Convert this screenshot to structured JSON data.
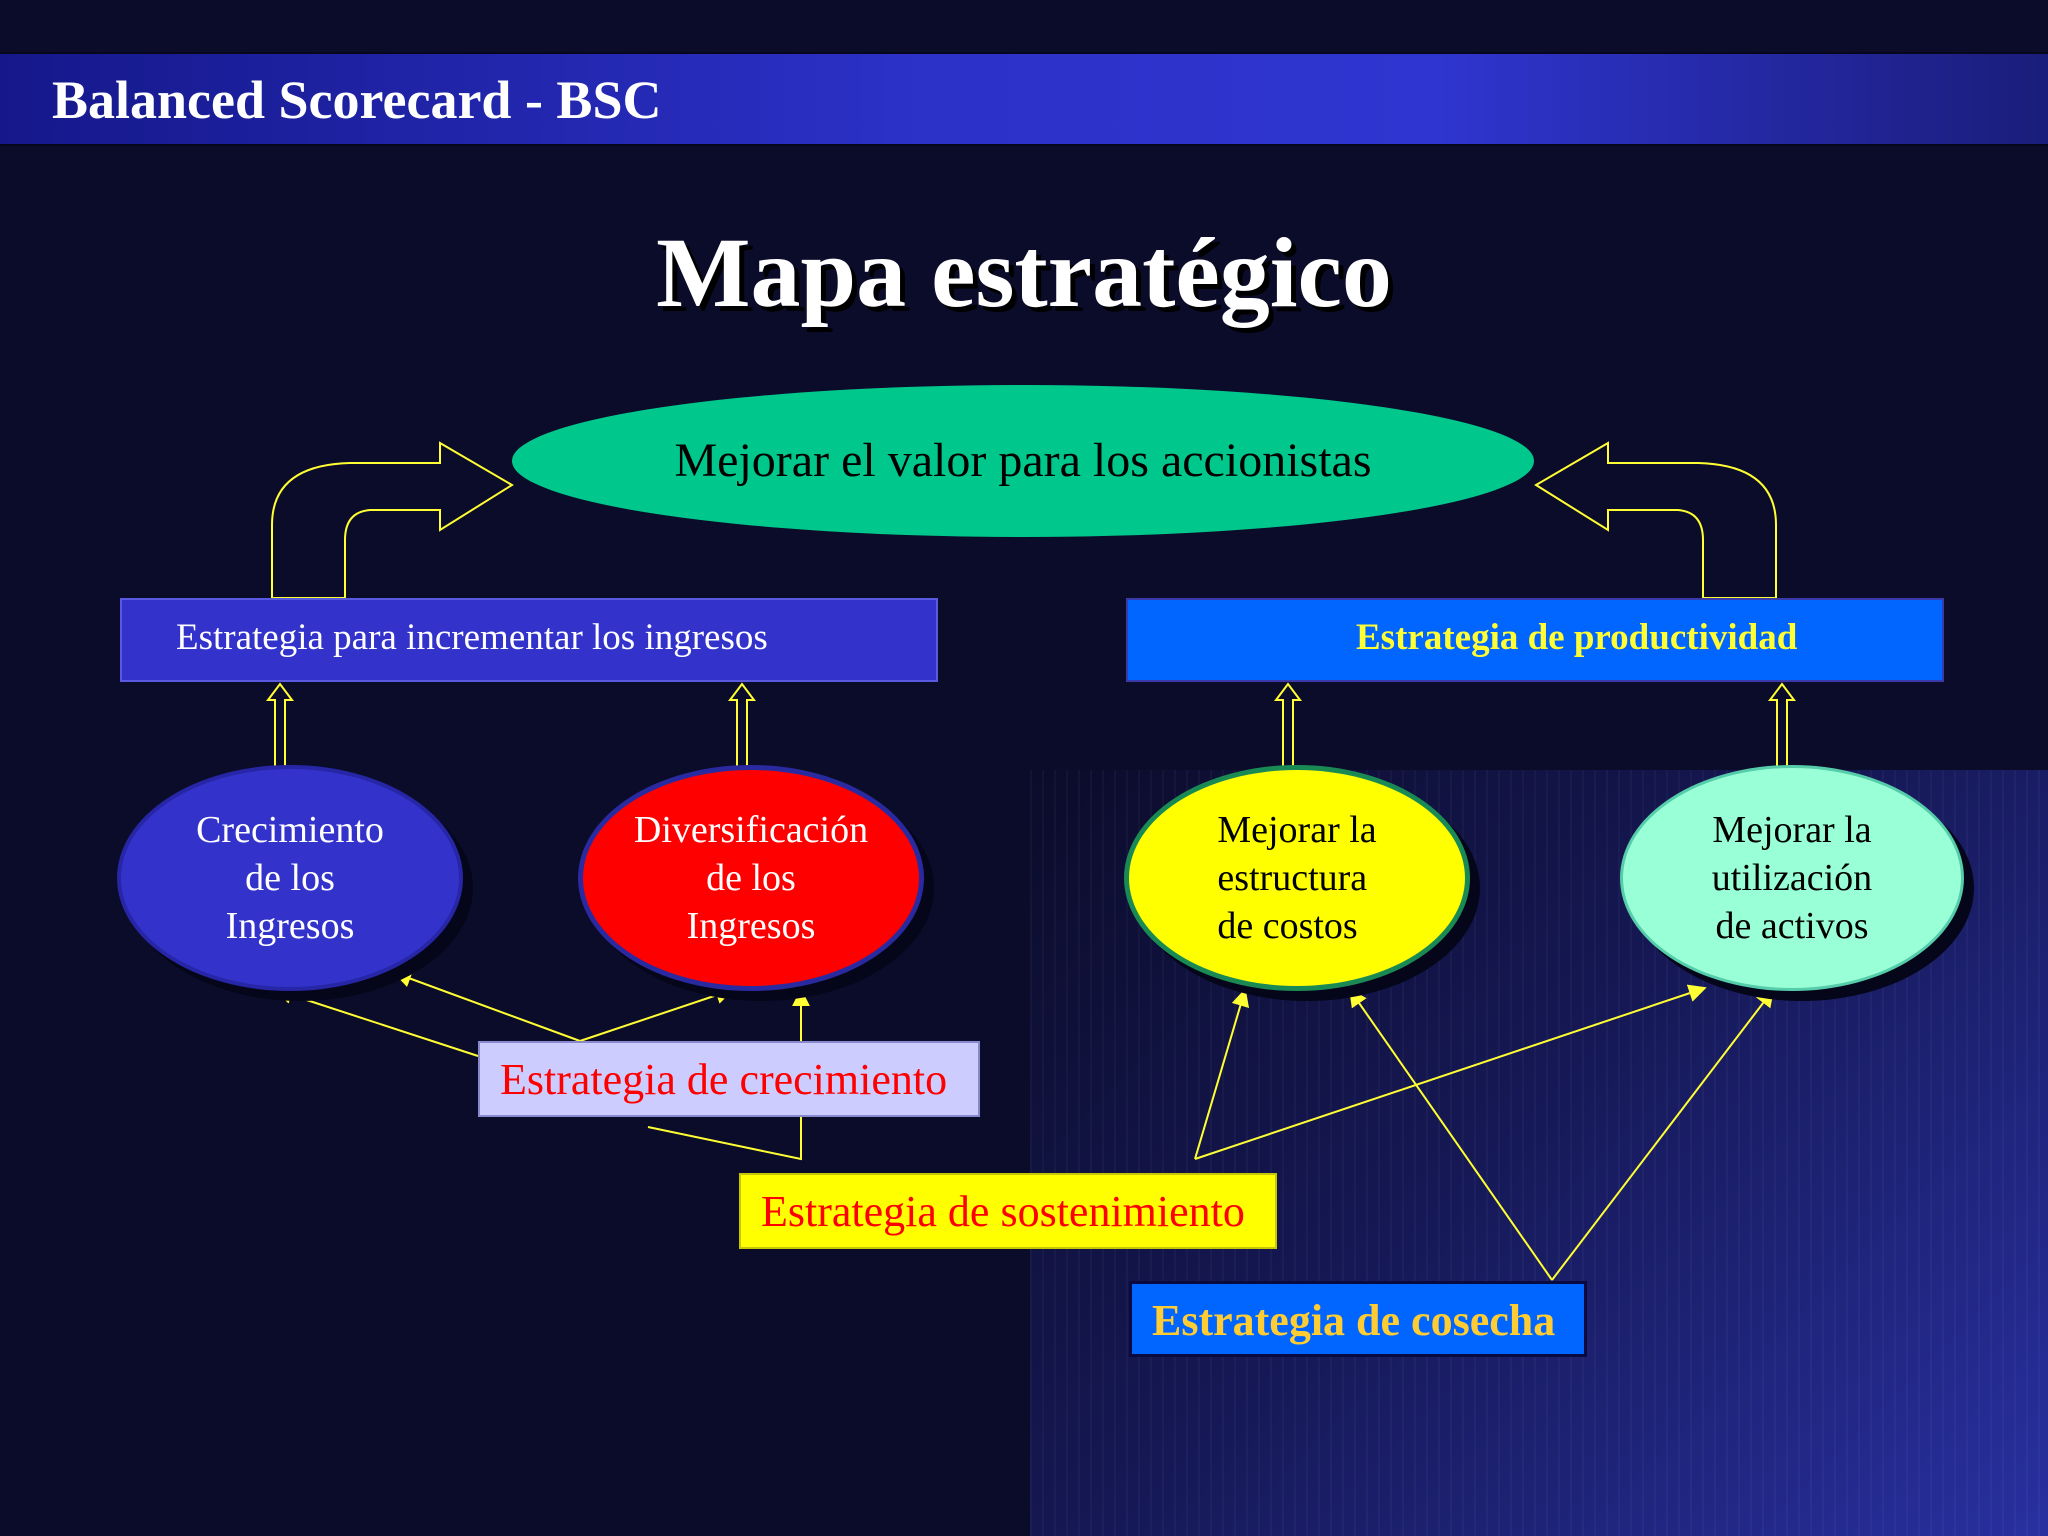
{
  "header": {
    "title": "Balanced Scorecard - BSC"
  },
  "main_title": "Mapa estratégico",
  "top_goal": "Mejorar el valor para los accionistas",
  "strategies": {
    "ingresos": "Estrategia para incrementar los ingresos",
    "productividad": "Estrategia de productividad"
  },
  "ovals": {
    "crecimiento": "Crecimiento\nde los\nIngresos",
    "diversificacion": "Diversificación\nde los\nIngresos",
    "costos": "Mejorar la\nestructura\nde costos",
    "activos": "Mejorar la\nutilización\nde activos"
  },
  "boxes": {
    "crecimiento": "Estrategia de crecimiento",
    "sostenimiento": "Estrategia de sostenimiento",
    "cosecha": "Estrategia de cosecha"
  },
  "colors": {
    "background": "#0b0c2a",
    "top_oval": "#00c88c",
    "connector": "#ffff33"
  }
}
